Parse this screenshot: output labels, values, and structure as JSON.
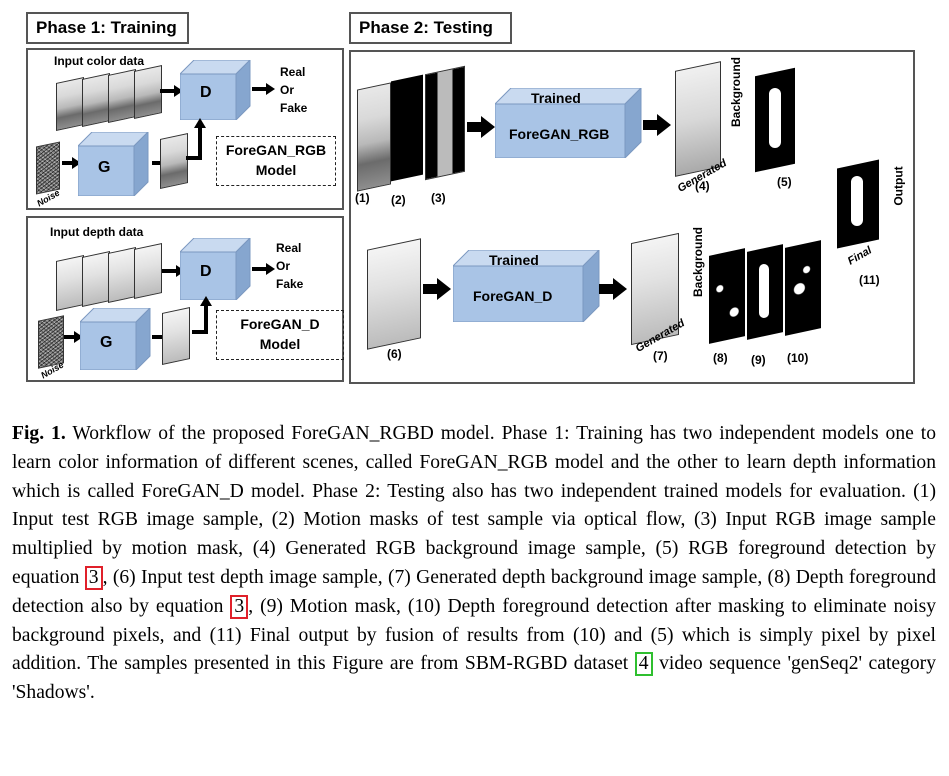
{
  "phase1": {
    "title": "Phase 1: Training",
    "rgb_input_label": "Input color data",
    "depth_input_label": "Input depth data",
    "g_label": "G",
    "d_label": "D",
    "real_or_fake": [
      "Real",
      "Or",
      "Fake"
    ],
    "noise_label": "Noise",
    "rgb_model": [
      "ForeGAN_RGB",
      "Model"
    ],
    "depth_model": [
      "ForeGAN_D",
      "Model"
    ]
  },
  "phase2": {
    "title": "Phase 2: Testing",
    "trained": "Trained",
    "rgb_model": "ForeGAN_RGB",
    "depth_model": "ForeGAN_D",
    "generated": "Generated",
    "background": "Background",
    "output": "Output",
    "final": "Final",
    "nums": {
      "n1": "(1)",
      "n2": "(2)",
      "n3": "(3)",
      "n4": "(4)",
      "n5": "(5)",
      "n6": "(6)",
      "n7": "(7)",
      "n8": "(8)",
      "n9": "(9)",
      "n10": "(10)",
      "n11": "(11)"
    }
  },
  "caption": {
    "fig_label": "Fig. 1.",
    "p1": " Workflow of the proposed ForeGAN_RGBD model. Phase 1: Training has two independent models one to learn color information of different scenes, called ForeGAN_RGB model and the other to learn depth information which is called ForeGAN_D model. Phase 2: Testing also has two independent trained models for evaluation. (1) Input test RGB image sample, (2) Motion masks of test sample via optical flow, (3) Input RGB image sample multiplied by motion mask, (4) Generated RGB background image sample, (5) RGB foreground detection by equation ",
    "ref3a": "3",
    "p2": ", (6) Input test depth image sample, (7) Generated depth background image sample, (8) Depth foreground detection also by equation ",
    "ref3b": "3",
    "p3": ", (9) Motion mask, (10) Depth foreground detection after masking to eliminate noisy background pixels, and (11) Final output by fusion of results from (10) and (5) which is simply pixel by pixel addition. The samples presented in this Figure are from SBM-RGBD dataset ",
    "ref4": "4",
    "p4": " video sequence 'genSeq2' category 'Shadows'."
  },
  "colors": {
    "cube_front": "#a9c4e6",
    "cube_top": "#c9daf0",
    "cube_side": "#86a6cf",
    "ref_red": "#e0202a",
    "ref_green": "#2fbf2f"
  }
}
